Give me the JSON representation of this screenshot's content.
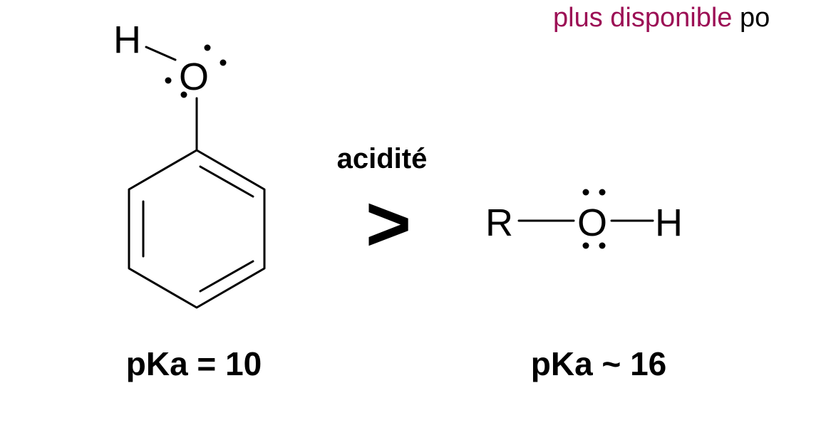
{
  "header": {
    "highlight": "plus disponible",
    "rest": " po"
  },
  "colors": {
    "highlight": "#9c0f55",
    "text": "#000000"
  },
  "phenol": {
    "h_atom": "H",
    "o_atom": "O",
    "pka": "pKa = 10"
  },
  "comparison": {
    "label": "acidité",
    "symbol": ">"
  },
  "alcohol": {
    "r_atom": "R",
    "o_atom": "O",
    "h_atom": "H",
    "pka": "pKa ~ 16"
  }
}
